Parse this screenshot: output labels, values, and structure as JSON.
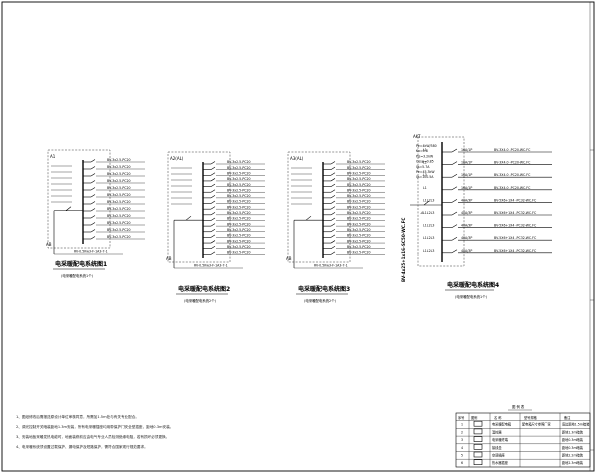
{
  "drawing": {
    "panels": [
      {
        "id": "1",
        "title": "电采暖配电系统图1",
        "subtitle": "(电采暖配电系统1个)",
        "box_label": "A1",
        "bottom_label": "AB",
        "circuits": 12,
        "incoming": "RV-0.5Kw3-F-1A3-7-1",
        "feed": "BV-3x2.5-PC20"
      },
      {
        "id": "2",
        "title": "电采暖配电系统图2",
        "subtitle": "(电采暖配电系统2个)",
        "box_label": "A2(AL)",
        "bottom_label": "AB",
        "circuits": 17,
        "incoming": "RV-0.5Kw3-F-1A3-7-1",
        "feed": "BV-3x2.5-PC20"
      },
      {
        "id": "3",
        "title": "电采暖配电系统图3",
        "subtitle": "(电采暖配电系统2个)",
        "box_label": "A3(AL)",
        "bottom_label": "AB",
        "circuits": 17,
        "incoming": "RV-0.5Kw3-F-1A3-7-1",
        "feed": "BV-3x2.5-PC20"
      },
      {
        "id": "4",
        "title": "电采暖配电系统图4",
        "subtitle": "(电采暖配电系统1个)",
        "box_label": "AKT",
        "vertical_label": "BV-4x25+1x16-SC50-WC.FC",
        "params": [
          "Pe=4kW/380",
          "Kx=0.8",
          "Pjs=3.2kW",
          "Cosφ=0.85",
          "Ijs=5.7A",
          "Pe=45.3kW",
          "Ijs=100.5A"
        ],
        "circuits": [
          {
            "phase": "L1",
            "breaker": "16A/1P",
            "cable": "BV-3X4.0 -PC20-WC.FC"
          },
          {
            "phase": "L2",
            "breaker": "16A/1P",
            "cable": "BV-3X4.0 -PC20-WC.FC"
          },
          {
            "phase": "L3",
            "breaker": "16A/1P",
            "cable": "BV-3X4.0 -PC20-WC.FC"
          },
          {
            "phase": "L1",
            "breaker": "16A/1P",
            "cable": "BV-3X4.0 -PC20-WC.FC"
          },
          {
            "phase": "L1L2L3",
            "breaker": "40A/3P",
            "cable": "BV-5X6+1X4 -PC32-WC.FC"
          },
          {
            "phase": "L1L2L3",
            "breaker": "40A/3P",
            "cable": "BV-5X6+1X4 -PC32-WC.FC"
          },
          {
            "phase": "L1L2L3",
            "breaker": "40A/3P",
            "cable": "BV-5X6+1X4 -PC32-WC.FC"
          },
          {
            "phase": "L1L2L3",
            "breaker": "40A/3P",
            "cable": "BV-5X6+1X4 -PC32-WC.FC"
          },
          {
            "phase": "L1L2L3",
            "breaker": "40A/3P",
            "cable": "BV-5X6+1X4 -PC32-WC.FC"
          }
        ]
      }
    ],
    "notes": [
      "1、图纸修改后需报送原设计单位审核同意，所需加1.5m处与有关专业配合。",
      "2、调光控制开关暗装距地1.3m安装，所有电采暖插座均用带保护门安全型插座，距地0.3m安装。",
      "3、安装地板采暖发热电缆时，地面装修前应由电气专业人员检测绝缘电阻，若有损坏必须更换。",
      "4、电采暖系统须设置过载保护、漏电保护及短路保护，需符合国家现行规范要求。"
    ],
    "legend": {
      "header": "图 例 表",
      "columns": [
        "序号",
        "图例",
        "名 称",
        "型号规格",
        "备注"
      ],
      "rows": [
        [
          "1",
          "",
          "电采暖配电箱",
          "配电箱尺寸参照厂家",
          "底边距地1.5m暗装"
        ],
        [
          "2",
          "",
          "温控器",
          "",
          "距地1.3m暗装"
        ],
        [
          "3",
          "",
          "电采暖终端",
          "",
          "距地0.3m暗装"
        ],
        [
          "4",
          "",
          "接线盒",
          "",
          "距地0.3m暗装"
        ],
        [
          "5",
          "",
          "空调插座",
          "",
          "距地2.2m暗装"
        ],
        [
          "6",
          "",
          "热水器插座",
          "",
          "距地2.3m暗装"
        ]
      ]
    }
  }
}
